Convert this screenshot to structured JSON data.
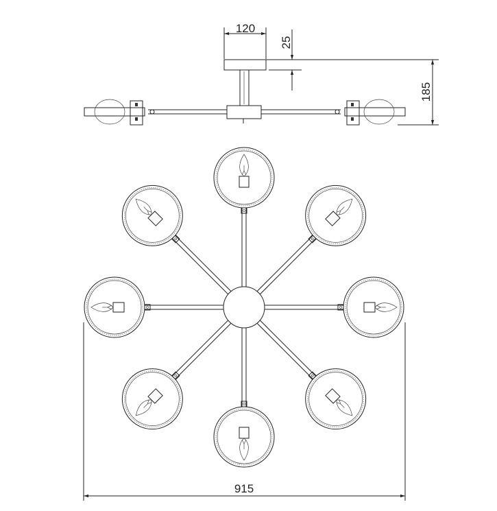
{
  "drawing": {
    "dimensions": {
      "canopy_width": "120",
      "canopy_height": "25",
      "total_height": "185",
      "total_width": "915"
    },
    "arm_count": 8
  }
}
